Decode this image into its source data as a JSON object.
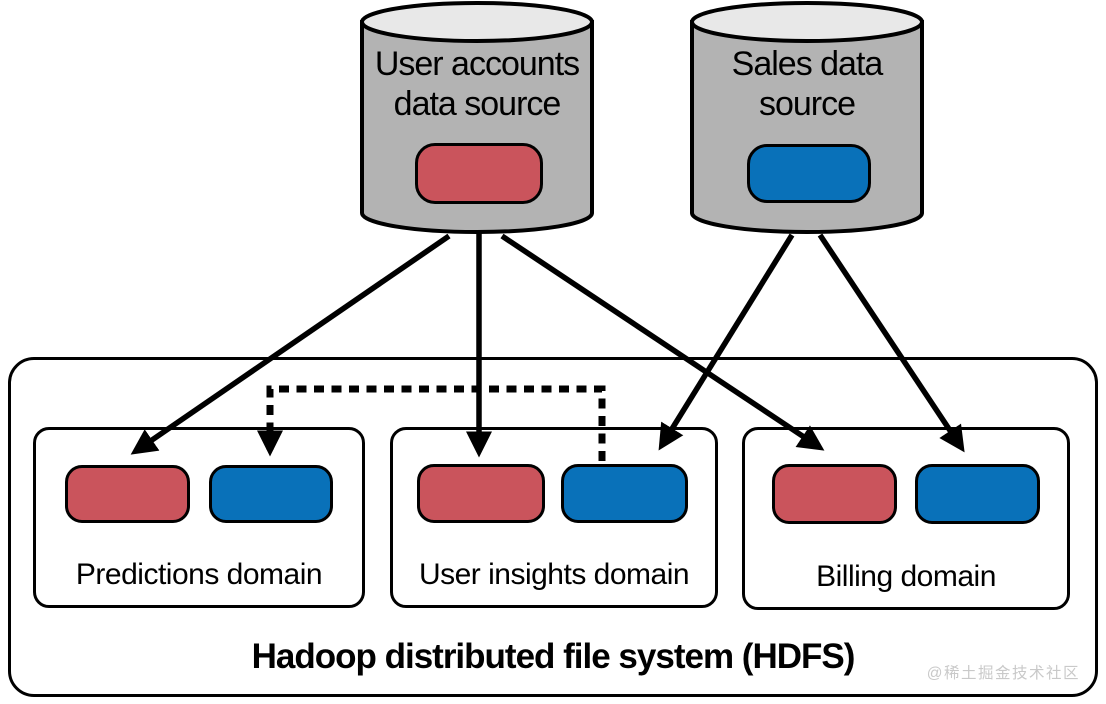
{
  "sources": [
    {
      "id": "user-accounts",
      "label": "User accounts data source",
      "chip_color": "#ca545c"
    },
    {
      "id": "sales",
      "label": "Sales data source",
      "chip_color": "#0971b9"
    }
  ],
  "hdfs": {
    "label": "Hadoop distributed file system (HDFS)",
    "domains": [
      {
        "label": "Predictions domain",
        "chips": [
          {
            "source": "user-accounts",
            "color": "#ca545c"
          },
          {
            "source": "sales",
            "color": "#0971b9"
          }
        ]
      },
      {
        "label": "User insights domain",
        "chips": [
          {
            "source": "user-accounts",
            "color": "#ca545c"
          },
          {
            "source": "sales",
            "color": "#0971b9"
          }
        ]
      },
      {
        "label": "Billing domain",
        "chips": [
          {
            "source": "user-accounts",
            "color": "#ca545c"
          },
          {
            "source": "sales",
            "color": "#0971b9"
          }
        ]
      }
    ]
  },
  "edges": {
    "solid": [
      {
        "from": "user-accounts-source",
        "to": "predictions-domain-red-chip"
      },
      {
        "from": "user-accounts-source",
        "to": "user-insights-domain-red-chip"
      },
      {
        "from": "user-accounts-source",
        "to": "billing-domain-red-chip"
      },
      {
        "from": "sales-source",
        "to": "user-insights-domain-blue-chip"
      },
      {
        "from": "sales-source",
        "to": "billing-domain-blue-chip"
      }
    ],
    "dashed": [
      {
        "from": "user-insights-domain-blue-chip",
        "to": "predictions-domain-blue-chip"
      }
    ]
  },
  "watermark": "@稀土掘金技术社区",
  "colors": {
    "red_chip": "#ca545c",
    "blue_chip": "#0971b9",
    "cylinder_body": "#b3b3b3",
    "cylinder_top": "#e8e8e8",
    "line": "#000000",
    "background": "#ffffff"
  }
}
